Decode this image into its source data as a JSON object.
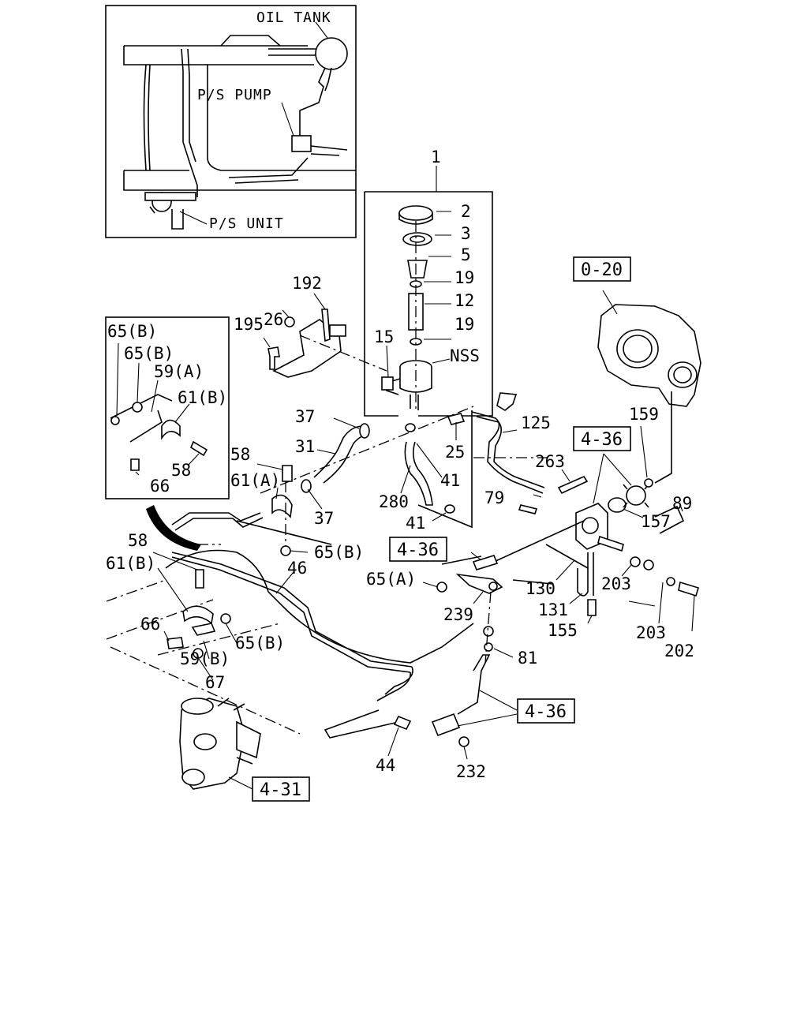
{
  "inset": {
    "oil_tank": "OIL TANK",
    "ps_pump": "P/S PUMP",
    "ps_unit": "P/S UNIT"
  },
  "refs": {
    "r0_20": "0-20",
    "r4_36_top": "4-36",
    "r4_36_mid": "4-36",
    "r4_36_bottom": "4-36",
    "r4_31": "4-31"
  },
  "callouts": {
    "c1": "1",
    "c2": "2",
    "c3": "3",
    "c5": "5",
    "c19a": "19",
    "c12": "12",
    "c19b": "19",
    "c15": "15",
    "cNSS": "NSS",
    "c192": "192",
    "c26": "26",
    "c195": "195",
    "c37a": "37",
    "c31": "31",
    "c25": "25",
    "c125": "125",
    "c159": "159",
    "c263": "263",
    "c58a": "58",
    "c61A": "61(A)",
    "c37b": "37",
    "c41a": "41",
    "c280": "280",
    "c41b": "41",
    "c79": "79",
    "c157": "157",
    "c89": "89",
    "c65Bd": "65(B)",
    "c46": "46",
    "c58c": "58",
    "c61Bb": "61(B)",
    "c65A": "65(A)",
    "c130": "130",
    "c203a": "203",
    "c131": "131",
    "c239": "239",
    "c155": "155",
    "c203b": "203",
    "c66b": "66",
    "c65Be": "65(B)",
    "c81": "81",
    "c202": "202",
    "c59B": "59(B)",
    "c67": "67",
    "c44": "44",
    "c232": "232"
  },
  "detail": {
    "c65Ba": "65(B)",
    "c65Bb": "65(B)",
    "c59A": "59(A)",
    "c61Ba": "61(B)",
    "c58b": "58",
    "c66a": "66"
  }
}
